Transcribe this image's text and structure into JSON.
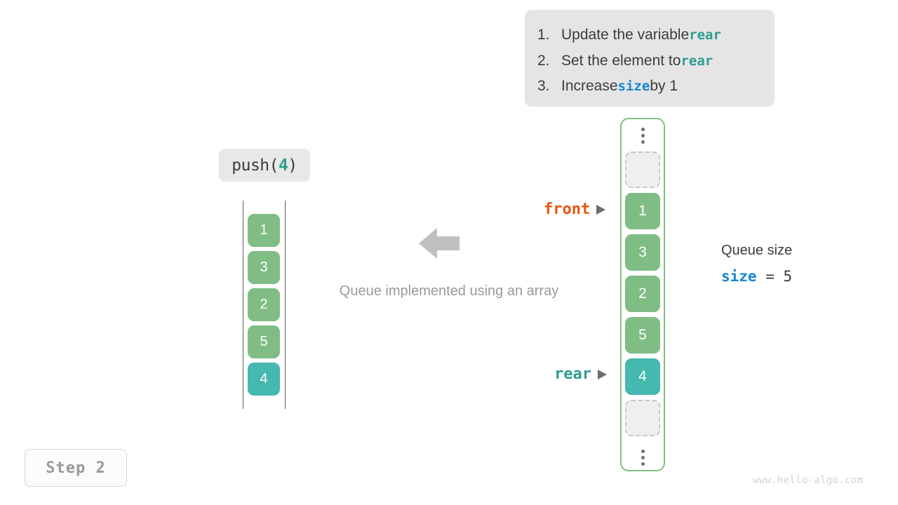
{
  "instructions": {
    "items": [
      {
        "num": "1.",
        "before": "Update the variable ",
        "keyword": "rear",
        "after": ""
      },
      {
        "num": "2.",
        "before": "Set the element to ",
        "keyword": "rear",
        "after": ""
      },
      {
        "num": "3.",
        "before": "Increase ",
        "keyword": "size",
        "after": " by 1"
      }
    ]
  },
  "operation": {
    "name": "push(",
    "argument": "4",
    "close": ")"
  },
  "left_array": {
    "cells": [
      {
        "value": "1",
        "style": "green"
      },
      {
        "value": "3",
        "style": "green"
      },
      {
        "value": "2",
        "style": "green"
      },
      {
        "value": "5",
        "style": "green"
      },
      {
        "value": "4",
        "style": "teal"
      }
    ]
  },
  "center": {
    "caption": "Queue implemented using an array",
    "arrow_direction": "left"
  },
  "right_array": {
    "slots": [
      {
        "kind": "ellipsis",
        "value": ""
      },
      {
        "kind": "empty",
        "value": ""
      },
      {
        "kind": "green",
        "value": "1"
      },
      {
        "kind": "green",
        "value": "3"
      },
      {
        "kind": "green",
        "value": "2"
      },
      {
        "kind": "green",
        "value": "5"
      },
      {
        "kind": "teal",
        "value": "4"
      },
      {
        "kind": "empty",
        "value": ""
      },
      {
        "kind": "ellipsis",
        "value": ""
      }
    ]
  },
  "pointers": {
    "front": "front",
    "rear": "rear"
  },
  "queue_size": {
    "title": "Queue size",
    "variable": "size",
    "equals": " = ",
    "value": "5"
  },
  "step": {
    "label": "Step 2"
  },
  "watermark": {
    "text": "www.hello-algo.com"
  },
  "colors": {
    "green": "#7fbd84",
    "teal": "#45b8b0",
    "front_orange": "#e8560f",
    "rear_teal": "#2e9c8e",
    "size_blue": "#1787d4",
    "panel_gray": "#e5e5e5"
  }
}
